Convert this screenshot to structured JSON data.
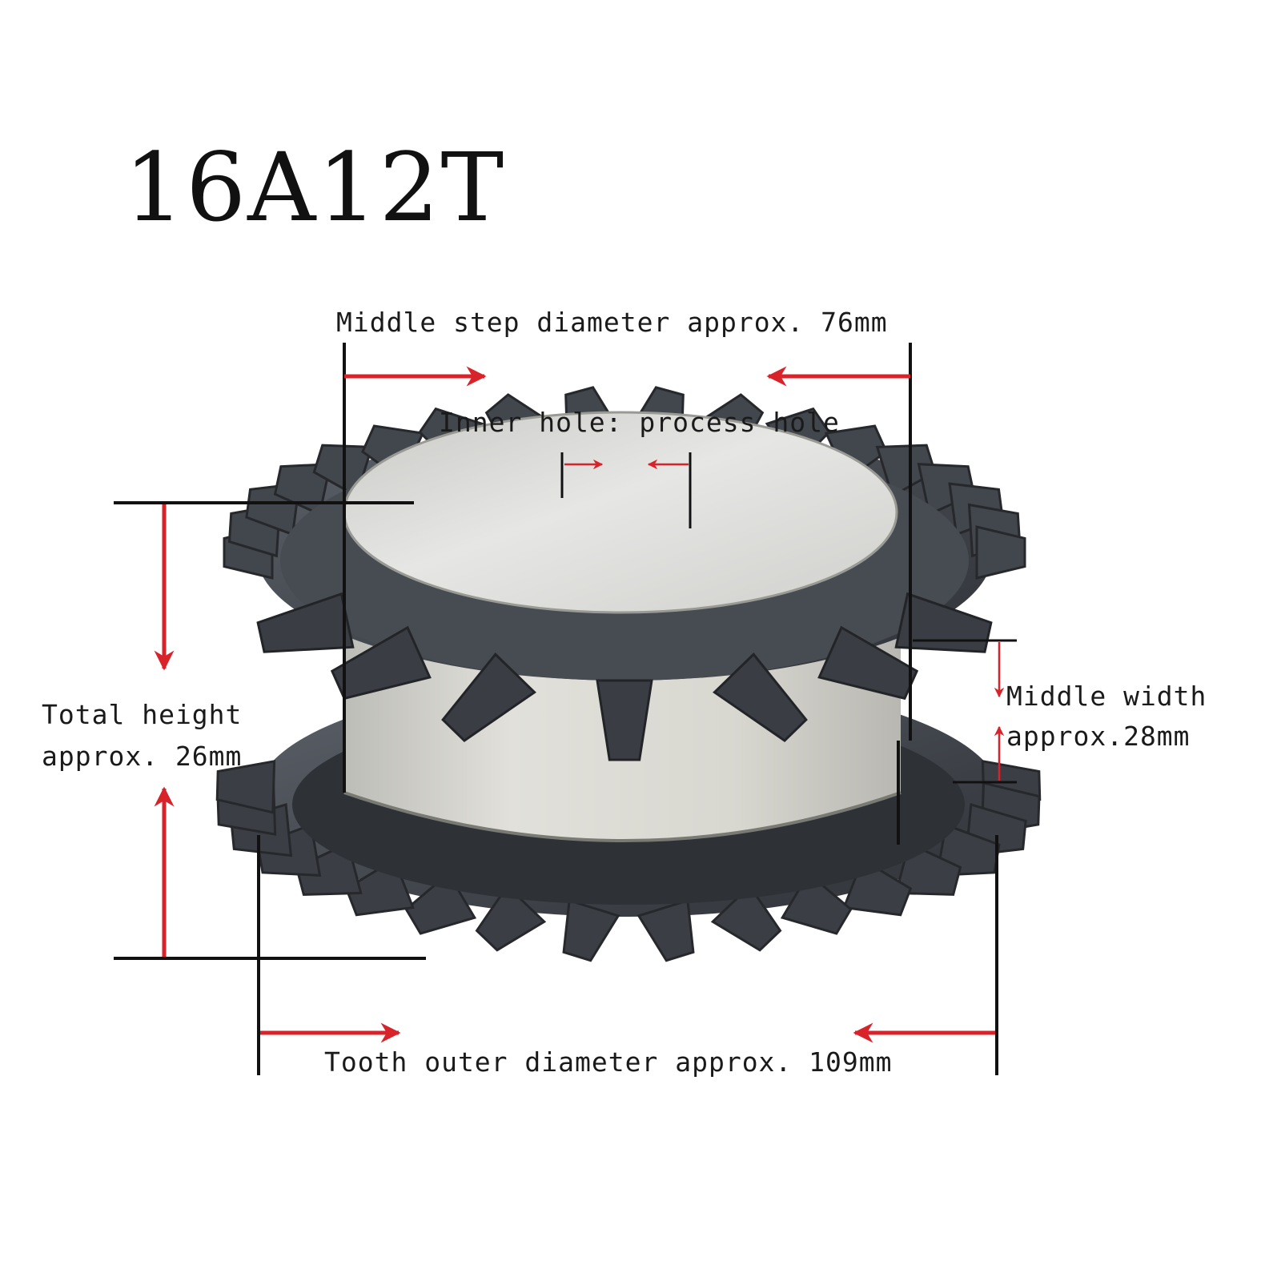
{
  "title": "16A12T",
  "labels": {
    "middle_step_diameter": "Middle step diameter approx. 76mm",
    "inner_hole": "Inner hole: process hole",
    "total_height_line1": "Total height",
    "total_height_line2": "approx. 26mm",
    "middle_width_line1": "Middle width",
    "middle_width_line2": "approx.28mm",
    "tooth_outer_diameter": "Tooth outer diameter approx. 109mm"
  },
  "colors": {
    "arrow": "#d8232a",
    "dimension_line": "#111111",
    "steel_dark": "#3e4249",
    "steel_mid": "#5b6068",
    "hub_light": "#dcdcda"
  },
  "object": {
    "type": "double sprocket",
    "icon": "sprocket-icon"
  }
}
